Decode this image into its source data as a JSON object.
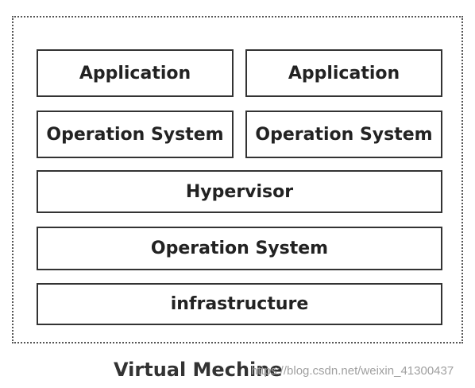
{
  "diagram": {
    "layers": {
      "application_left": "Application",
      "application_right": "Application",
      "guest_os_left": "Operation System",
      "guest_os_right": "Operation System",
      "hypervisor": "Hypervisor",
      "host_os": "Operation System",
      "infrastructure": "infrastructure"
    },
    "caption": "Virtual Mechine",
    "watermark": "https://blog.csdn.net/weixin_41300437"
  }
}
